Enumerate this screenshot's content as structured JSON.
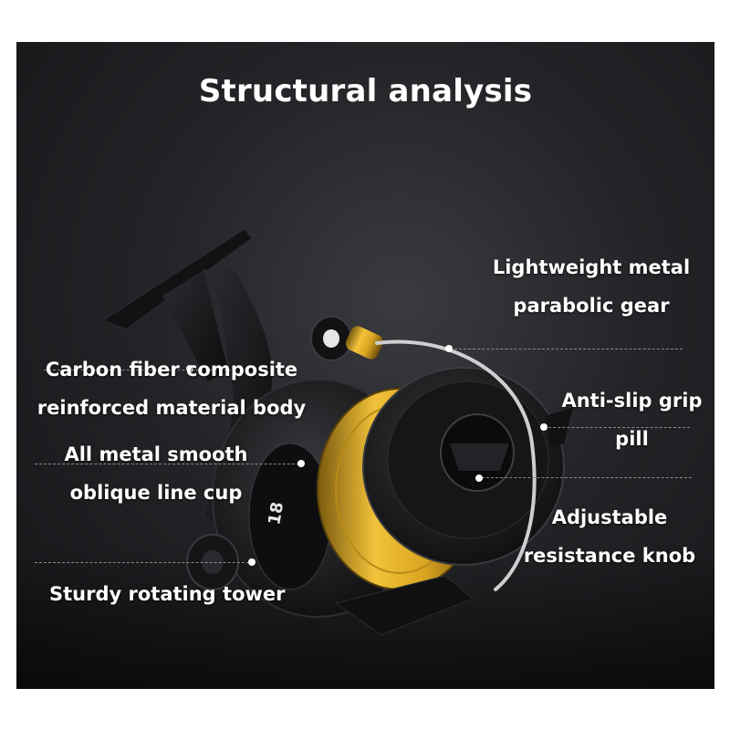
{
  "title": "Structural analysis",
  "callouts": {
    "gear": {
      "line1": "Lightweight metal",
      "line2": "parabolic gear"
    },
    "body": {
      "line1": "Carbon fiber composite",
      "line2": "reinforced material body"
    },
    "grip": {
      "line1": "Anti-slip grip",
      "line2": "pill"
    },
    "cup": {
      "line1": "All metal smooth",
      "line2": "oblique line cup"
    },
    "knob": {
      "line1": "Adjustable",
      "line2": "resistance knob"
    },
    "tower": {
      "line1": "Sturdy rotating tower"
    }
  },
  "reel_side_label": "18",
  "colors": {
    "background": "#1c1d20",
    "spool_gold": "#d9a521",
    "reel_black": "#0d0d0e",
    "text": "#ffffff"
  }
}
